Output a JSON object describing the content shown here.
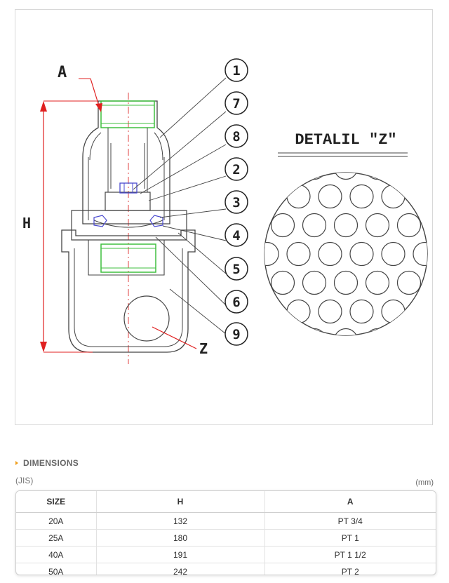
{
  "figure": {
    "label_a": "A",
    "label_h": "H",
    "label_z": "Z",
    "detail_title": "DETALIL \"Z\"",
    "callouts": [
      "1",
      "7",
      "8",
      "2",
      "3",
      "4",
      "5",
      "6",
      "9"
    ]
  },
  "dimensions": {
    "title": "DIMENSIONS",
    "standard": "(JIS)",
    "unit": "(mm)",
    "columns": [
      "SIZE",
      "H",
      "A"
    ],
    "rows": [
      [
        "20A",
        "132",
        "PT 3/4"
      ],
      [
        "25A",
        "180",
        "PT 1"
      ],
      [
        "40A",
        "191",
        "PT 1 1/2"
      ],
      [
        "50A",
        "242",
        "PT 2"
      ]
    ]
  },
  "colors": {
    "dimension_line": "#e02020",
    "thread_green": "#3fbf3f",
    "seal_blue": "#4a4ad0",
    "outline": "#444444"
  }
}
